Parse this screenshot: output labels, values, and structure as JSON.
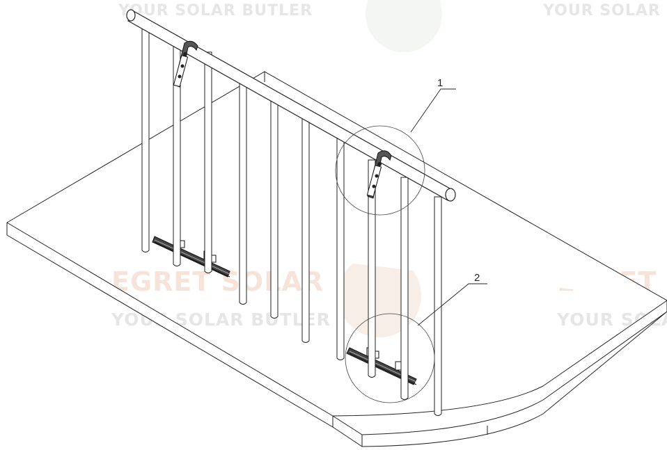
{
  "diagram": {
    "callouts": [
      {
        "id": "1",
        "label": "1"
      },
      {
        "id": "2",
        "label": "2"
      }
    ]
  },
  "watermark": {
    "brand": "EGRET SOLAR",
    "tagline": "YOUR SOLAR BUTLER",
    "colors": {
      "brand": "#f6e4da",
      "tagline": "#e6e6e6"
    }
  }
}
